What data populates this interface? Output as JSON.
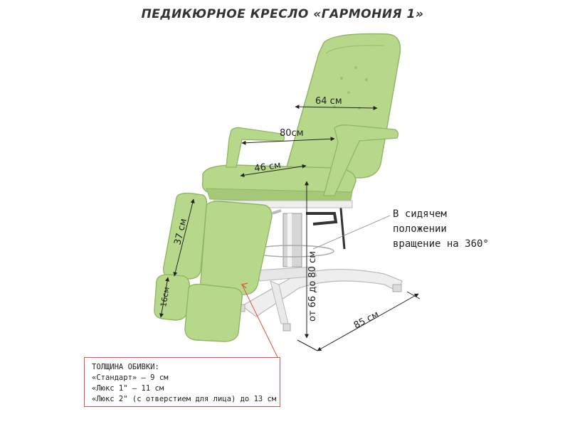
{
  "title": "ПЕДИКЮРНОЕ КРЕСЛО «ГАРМОНИЯ 1»",
  "dimensions": {
    "backrest_width": "64 см",
    "armrest_width": "80см",
    "seat_width": "46 см",
    "legrest_length": "37 см",
    "foot_length": "16см",
    "height_range": "от 66 до 80 см",
    "base_length": "85 см"
  },
  "rotation_note": [
    "В сидячем",
    "положении",
    "вращение на 360°"
  ],
  "upholstery": {
    "heading": "ТОЛЩИНА ОБИВКИ:",
    "lines": [
      "«Стандарт» – 9 см",
      "«Люкс 1\" – 11 см",
      "«Люкс 2\" (с отверстием для лица) до 13 см"
    ]
  },
  "colors": {
    "upholstery": "#b7d88b",
    "upholstery_dark": "#9cc26d",
    "frame": "#eeeeee",
    "accent": "#d9534f"
  }
}
